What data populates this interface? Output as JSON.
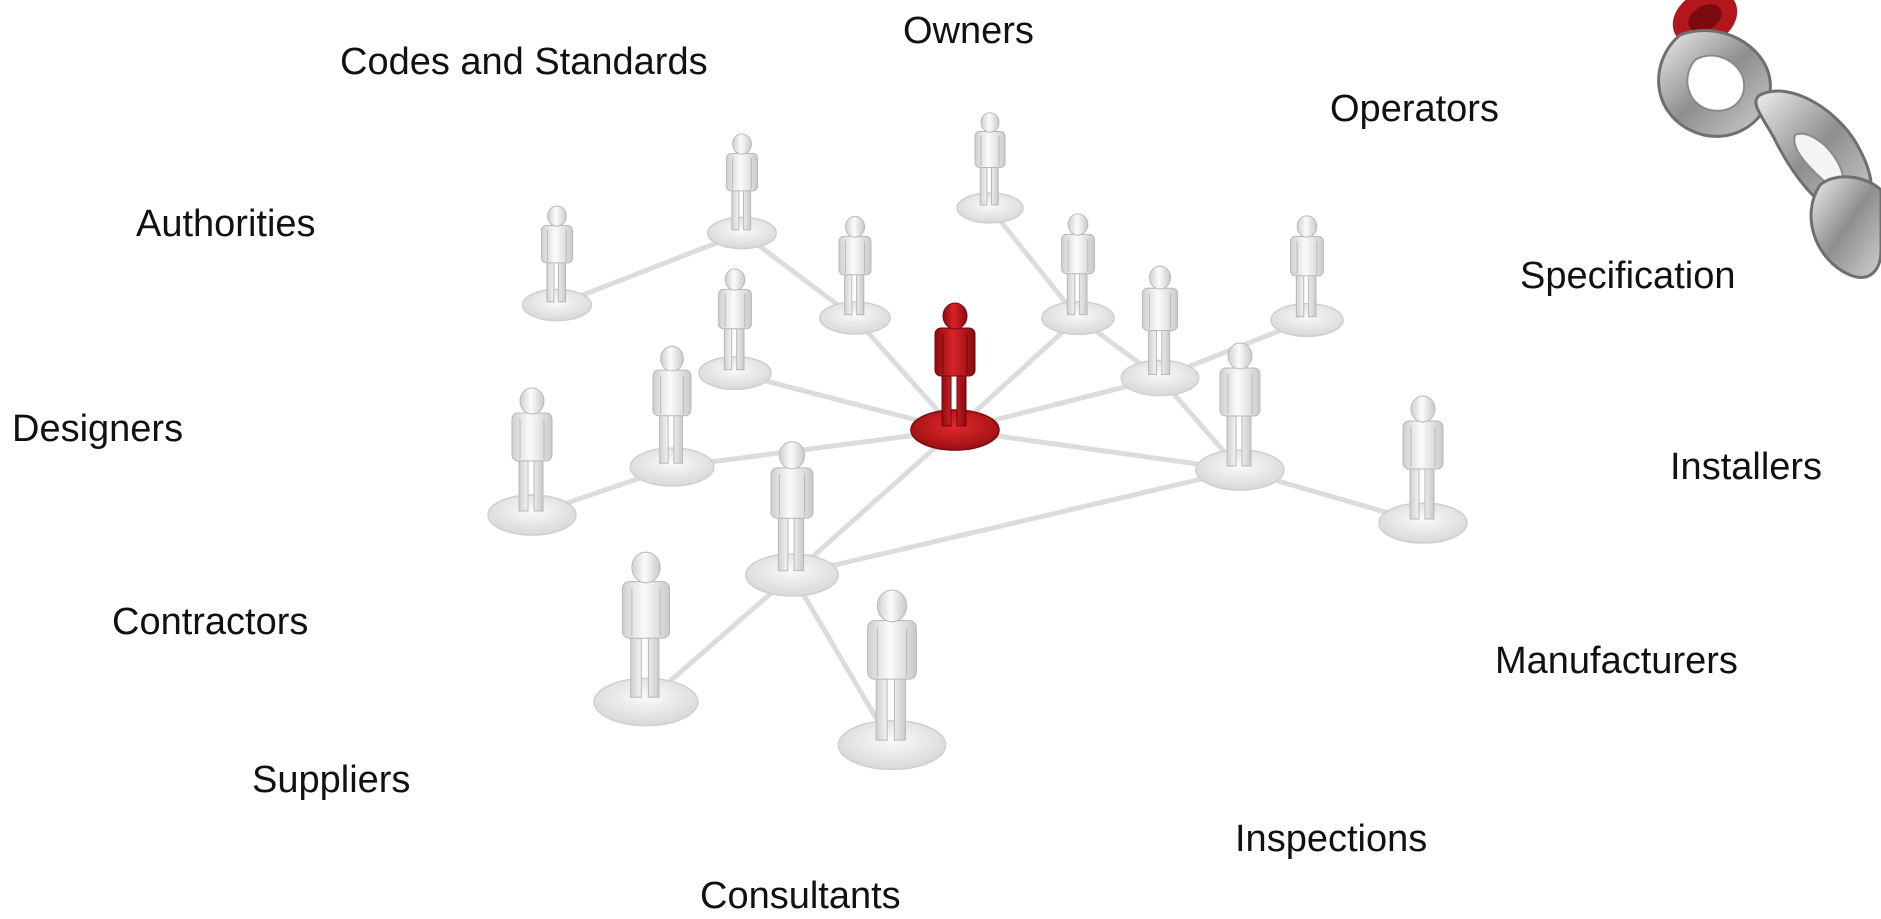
{
  "labels": {
    "owners": "Owners",
    "codes_and_standards": "Codes and Standards",
    "operators": "Operators",
    "authorities": "Authorities",
    "specification": "Specification",
    "designers": "Designers",
    "installers": "Installers",
    "contractors": "Contractors",
    "manufacturers": "Manufacturers",
    "suppliers": "Suppliers",
    "inspections": "Inspections",
    "consultants": "Consultants"
  },
  "colors": {
    "central_figure": "#c0141a",
    "peer_figure": "#e6e6e6",
    "connector": "#dcdcdc",
    "chain_link": "#9a9a9a",
    "chain_highlight": "#c0141a",
    "label_text": "#111111"
  },
  "icons": {
    "central": "person-icon",
    "peer": "person-icon",
    "chain": "chain-icon"
  }
}
